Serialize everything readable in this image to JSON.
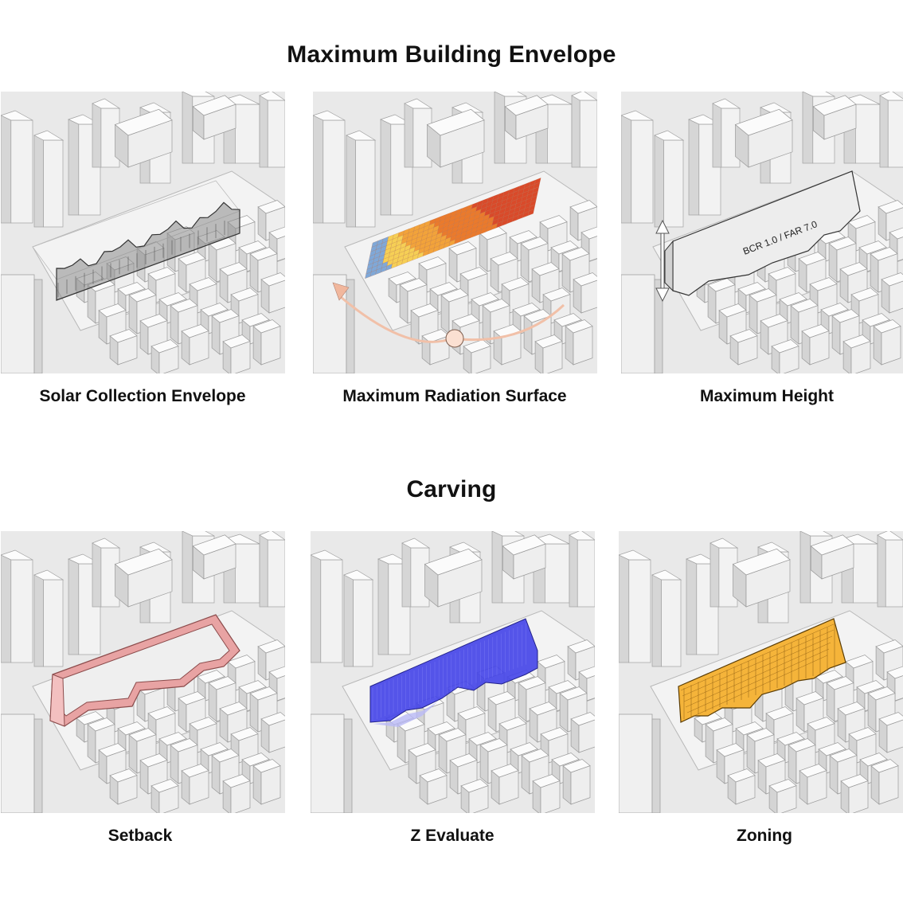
{
  "sections": [
    {
      "title": "Maximum Building Envelope",
      "panels": [
        {
          "caption": "Solar Collection Envelope",
          "variant": "solar",
          "color": "#6a6a6a"
        },
        {
          "caption": "Maximum Radiation Surface",
          "variant": "radiation",
          "color": "#e8602c"
        },
        {
          "caption": "Maximum Height",
          "variant": "height",
          "color": "#e9e9e9",
          "label": "BCR 1.0 / FAR 7.0"
        }
      ]
    },
    {
      "title": "Carving",
      "panels": [
        {
          "caption": "Setback",
          "variant": "setback",
          "color": "#e8a0a0"
        },
        {
          "caption": "Z Evaluate",
          "variant": "zeval",
          "color": "#3f3fe6"
        },
        {
          "caption": "Zoning",
          "variant": "zoning",
          "color": "#f5b43a"
        }
      ]
    }
  ]
}
